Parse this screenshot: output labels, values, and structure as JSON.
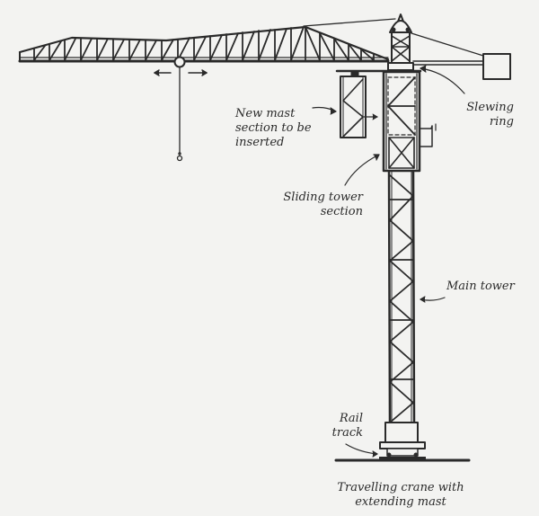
{
  "caption": {
    "line1": "Travelling crane with",
    "line2": "extending mast"
  },
  "labels": {
    "new_mast": {
      "line1": "New mast",
      "line2": "section to be",
      "line3": "inserted"
    },
    "slewing_ring": {
      "line1": "Slewing",
      "line2": "ring"
    },
    "sliding_tower": {
      "line1": "Sliding tower",
      "line2": "section"
    },
    "main_tower": {
      "line1": "Main tower"
    },
    "rail_track": {
      "line1": "Rail",
      "line2": "track"
    }
  },
  "colors": {
    "ink": "#2a2a2a",
    "paper": "#f3f3f1"
  }
}
